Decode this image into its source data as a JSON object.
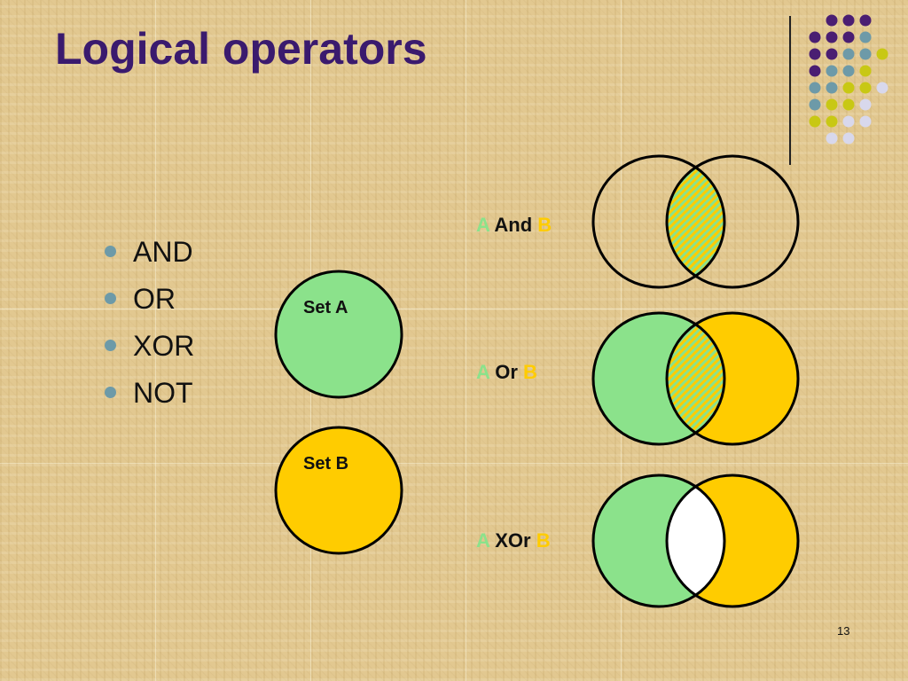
{
  "slide": {
    "title": "Logical operators",
    "page_number": "13"
  },
  "bullets": [
    "AND",
    "OR",
    "XOR",
    "NOT"
  ],
  "sets": {
    "a_label": "Set A",
    "b_label": "Set B"
  },
  "operations": [
    {
      "a": "A",
      "op": "And",
      "b": "B"
    },
    {
      "a": "A",
      "op": "Or",
      "b": "B"
    },
    {
      "a": "A",
      "op": "XOr",
      "b": "B"
    }
  ],
  "colors": {
    "title": "#3a1a6e",
    "set_a": "#8be28b",
    "set_b": "#ffcc00",
    "bullet": "#6d9aa8",
    "dot_purple": "#4a1e72",
    "dot_teal": "#6d9aa8",
    "dot_lime": "#c8c814",
    "dot_lavender": "#d8d8ec"
  }
}
